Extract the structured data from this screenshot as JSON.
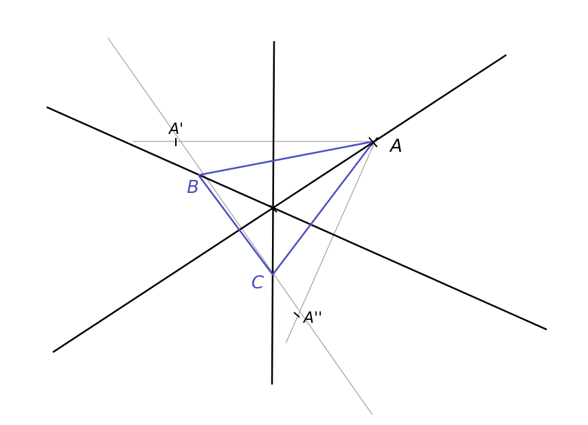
{
  "labels": {
    "a": "A",
    "b": "B",
    "c": "C",
    "a_prime": "A'",
    "a_double_prime": "A''"
  },
  "colors": {
    "thick_line": "#000000",
    "thin_line": "#8c8c8c",
    "triangle": "#4a4fc0",
    "vertex_label_a": "#000000",
    "vertex_label_bc": "#4a4fc0",
    "background": "#ffffff"
  }
}
